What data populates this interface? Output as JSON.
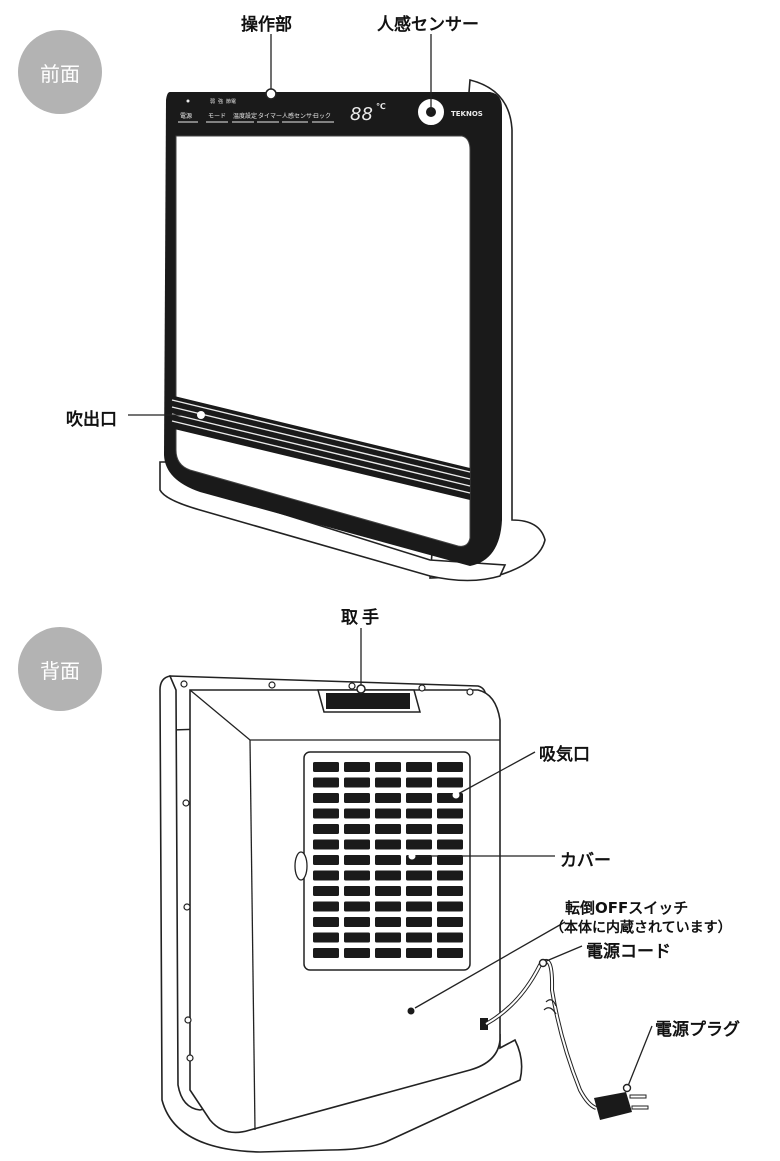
{
  "front": {
    "badge": "前面",
    "labels": {
      "control_panel": "操作部",
      "motion_sensor": "人感センサー",
      "air_outlet": "吹出口"
    },
    "panel": {
      "brand": "TEKNOS",
      "display_digits": "88",
      "display_unit": "℃",
      "buttons": [
        "電源",
        "モード",
        "温度設定",
        "タイマー",
        "人感センサー",
        "ロック"
      ],
      "mode_markers": [
        "弱",
        "強",
        "節電"
      ]
    }
  },
  "back": {
    "badge": "背面",
    "labels": {
      "handle": "取手",
      "air_intake": "吸気口",
      "cover": "カバー",
      "tip_switch_line1": "転倒OFFスイッチ",
      "tip_switch_line2": "（本体に内蔵されています）",
      "power_cord": "電源コード",
      "power_plug": "電源プラグ"
    }
  },
  "colors": {
    "badge": "#b3b3b3",
    "outline": "#222222",
    "panel": "#1a1a1a"
  }
}
